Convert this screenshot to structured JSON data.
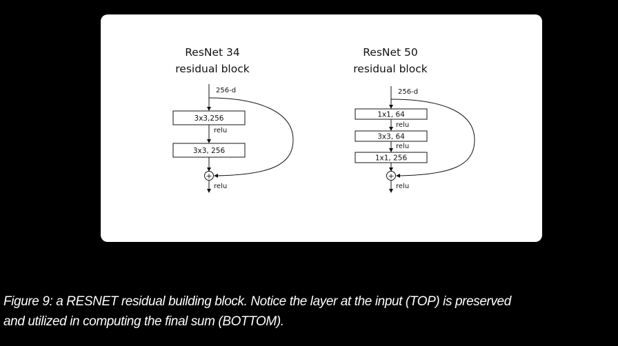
{
  "figure": {
    "left_block": {
      "title_line1": "ResNet 34",
      "title_line2": "residual block",
      "input_label": "256-d",
      "layers": [
        "3x3,256",
        "3x3, 256"
      ],
      "activations": [
        "relu",
        "relu"
      ]
    },
    "right_block": {
      "title_line1": "ResNet 50",
      "title_line2": "residual block",
      "input_label": "256-d",
      "layers": [
        "1x1, 64",
        "3x3, 64",
        "1x1, 256"
      ],
      "activations": [
        "relu",
        "relu",
        "relu"
      ]
    },
    "sum_symbol": "+"
  },
  "caption": {
    "line1": "Figure 9: a RESNET residual building block. Notice the layer at the input (TOP) is preserved",
    "line2": "and utilized in computing the final sum (BOTTOM)."
  }
}
